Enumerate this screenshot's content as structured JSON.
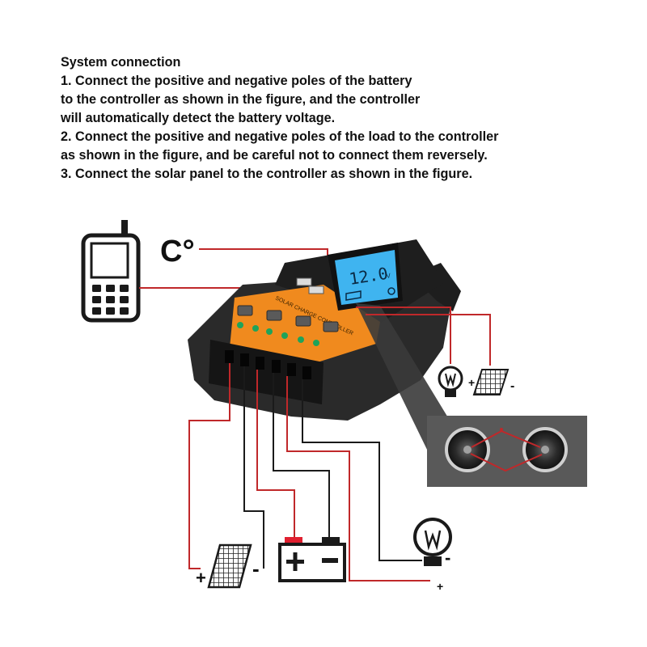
{
  "instructions": {
    "heading": "System connection",
    "lines": [
      "1. Connect the positive and negative poles of the battery",
      "to the controller as shown in the figure, and the controller",
      "will automatically detect the battery voltage.",
      "2. Connect the positive and negative poles of the load to the controller",
      "as shown in the figure, and be careful not to connect them reversely.",
      "3. Connect the solar panel to the controller as shown in the figure."
    ]
  },
  "diagram": {
    "temp_label": "C°",
    "lcd_value": "12.0",
    "lcd_unit": "V",
    "controller_label": "SOLAR CHARGE CONTROLLER",
    "plus": "+",
    "minus": "-"
  },
  "colors": {
    "wire_red": "#c0282a",
    "wire_black": "#1a1a1a",
    "controller_body": "#2b2b2b",
    "accent_orange": "#f08a1e",
    "lcd_blue": "#3fb4f0",
    "led_green": "#1fa35a",
    "battery_terminal_red": "#e02030"
  },
  "icons": [
    "phone-icon",
    "bulb-icon",
    "solar-panel-icon",
    "battery-icon"
  ]
}
